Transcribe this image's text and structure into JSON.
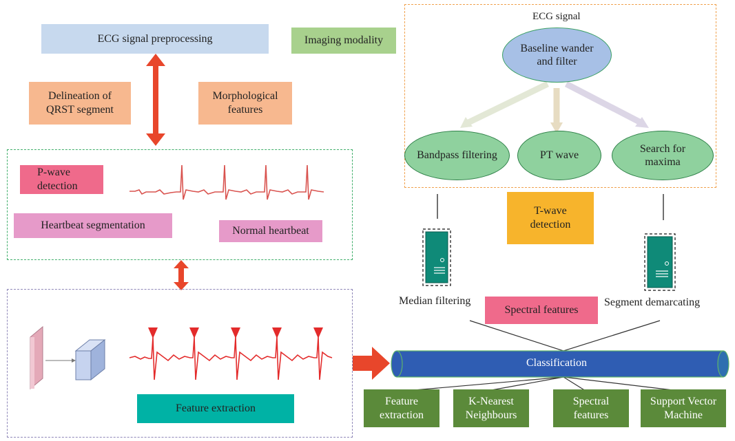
{
  "title_top": "ECG signal preprocessing",
  "imaging_modality": "Imaging modality",
  "delineation": "Delineation of\nQRST segment",
  "morphological": "Morphological\nfeatures",
  "p_wave": "P-wave\ndetection",
  "heartbeat_segmentation": "Heartbeat segmentation",
  "normal_heartbeat": "Normal heartbeat",
  "feature_extraction_main": "Feature extraction",
  "ecg_signal": "ECG signal",
  "baseline": "Baseline wander\nand filter",
  "bandpass": "Bandpass filtering",
  "pt_wave": "PT wave",
  "search_maxima": "Search for\nmaxima",
  "t_wave": "T-wave\ndetection",
  "median_filtering": "Median filtering",
  "segment_demarcating": "Segment demarcating",
  "spectral_features_mid": "Spectral features",
  "classification": "Classification",
  "bottom_boxes": [
    "Feature\nextraction",
    "K-Nearest\nNeighbours",
    "Spectral\nfeatures",
    "Support Vector\nMachine"
  ],
  "colors": {
    "light_blue": "#c7d9ee",
    "green_soft": "#a8d18d",
    "orange_soft": "#f7b88f",
    "pink_red": "#ef6a8b",
    "pink": "#e69ac9",
    "teal": "#00b2a5",
    "orange_amber": "#f7b42c",
    "dark_green": "#5b8a3a",
    "ellipse_green": "#8fd19e",
    "ellipse_blue": "#a7c0e6",
    "cyl_blue": "#2f5db3",
    "arrow_red": "#e8462b",
    "server_teal": "#0f8a78"
  }
}
